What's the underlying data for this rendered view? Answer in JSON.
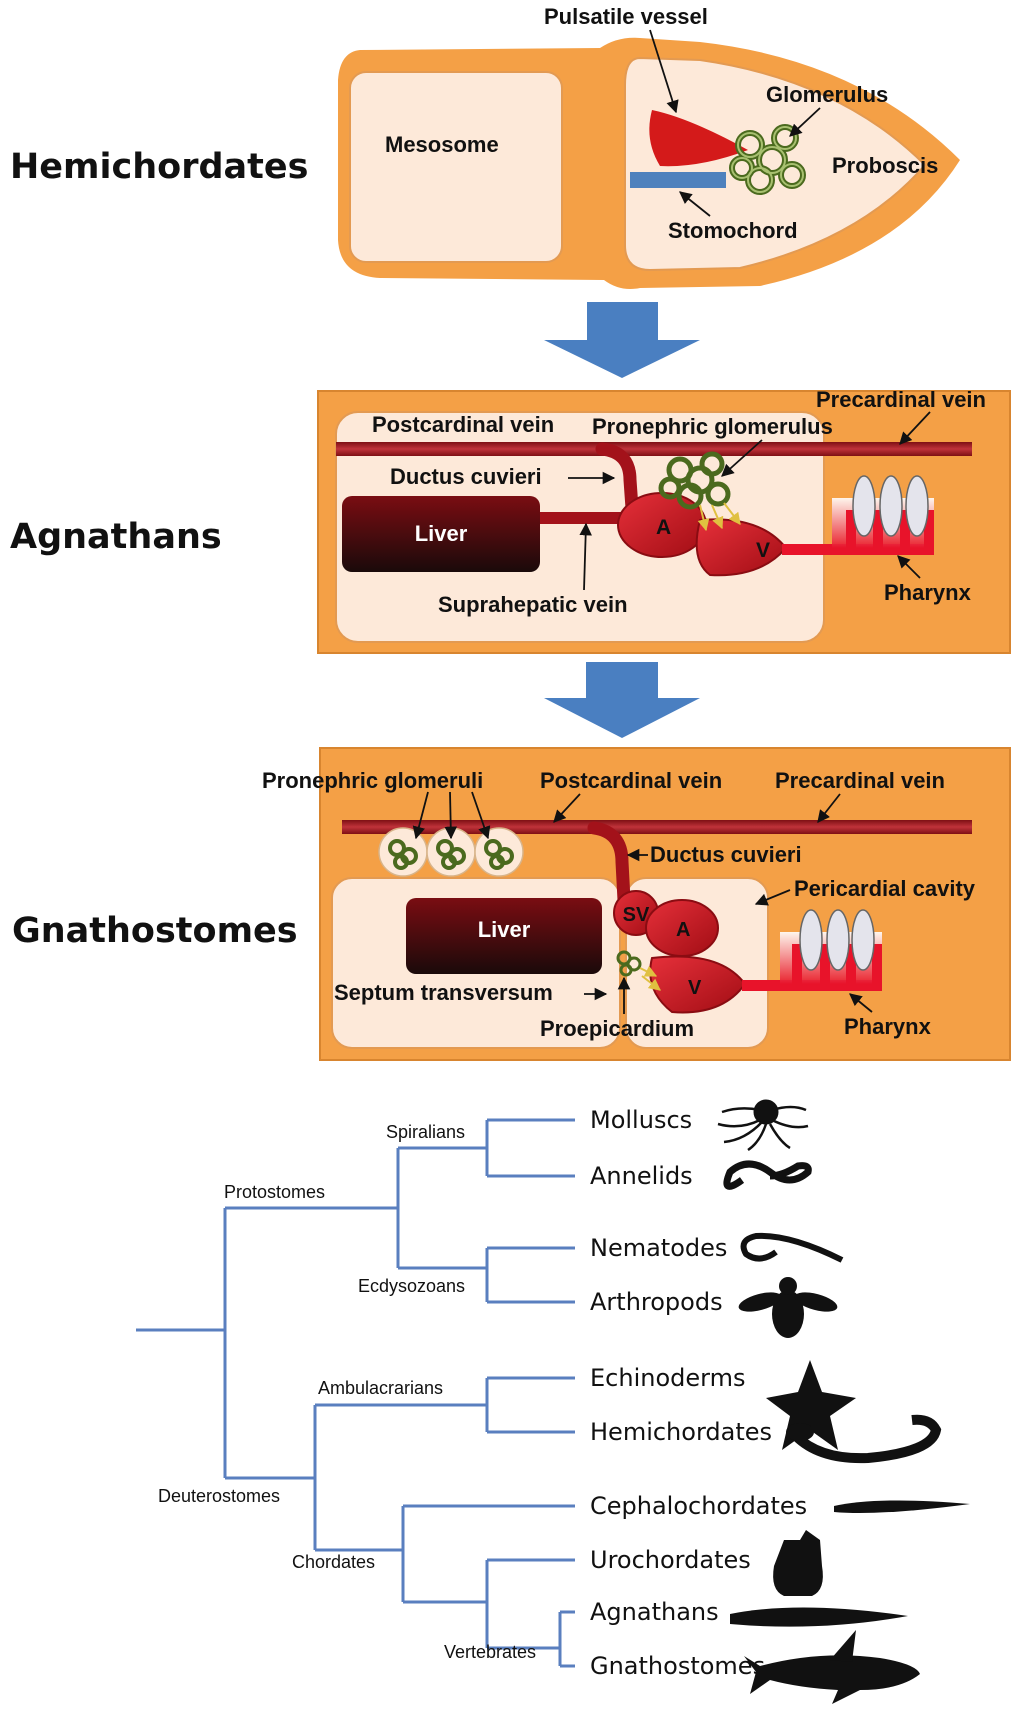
{
  "panels": {
    "hemichordates": {
      "title": "Hemichordates",
      "labels": {
        "pulsatile_vessel": "Pulsatile vessel",
        "glomerulus": "Glomerulus",
        "mesosome": "Mesosome",
        "proboscis": "Proboscis",
        "stomochord": "Stomochord"
      }
    },
    "transition_mark": "?",
    "agnathans": {
      "title": "Agnathans",
      "labels": {
        "precardinal_vein": "Precardinal vein",
        "postcardinal_vein": "Postcardinal vein",
        "pronephric_glomerulus": "Pronephric glomerulus",
        "ductus_cuvieri": "Ductus cuvieri",
        "liver": "Liver",
        "atrium": "A",
        "ventricle": "V",
        "suprahepatic_vein": "Suprahepatic vein",
        "pharynx": "Pharynx"
      }
    },
    "gnathostomes": {
      "title": "Gnathostomes",
      "labels": {
        "pronephric_glomeruli": "Pronephric glomeruli",
        "postcardinal_vein": "Postcardinal vein",
        "precardinal_vein": "Precardinal vein",
        "ductus_cuvieri": "Ductus cuvieri",
        "pericardial_cavity": "Pericardial cavity",
        "liver": "Liver",
        "sinus_venosus": "SV",
        "atrium": "A",
        "ventricle": "V",
        "septum_transversum": "Septum transversum",
        "proepicardium": "Proepicardium",
        "pharynx": "Pharynx"
      }
    }
  },
  "tree": {
    "clades": {
      "protostomes": "Protostomes",
      "spiralians": "Spiralians",
      "ecdysozoans": "Ecdysozoans",
      "deuterostomes": "Deuterostomes",
      "ambulacrarians": "Ambulacrarians",
      "chordates": "Chordates",
      "vertebrates": "Vertebrates"
    },
    "taxa": [
      {
        "name": "Molluscs",
        "icon": "octopus-icon"
      },
      {
        "name": "Annelids",
        "icon": "worm-icon"
      },
      {
        "name": "Nematodes",
        "icon": "nematode-icon"
      },
      {
        "name": "Arthropods",
        "icon": "fly-icon"
      },
      {
        "name": "Echinoderms",
        "icon": "starfish-icon"
      },
      {
        "name": "Hemichordates",
        "icon": "acorn-worm-icon"
      },
      {
        "name": "Cephalochordates",
        "icon": "lancelet-icon"
      },
      {
        "name": "Urochordates",
        "icon": "sea-squirt-icon"
      },
      {
        "name": "Agnathans",
        "icon": "lamprey-icon"
      },
      {
        "name": "Gnathostomes",
        "icon": "shark-icon"
      }
    ]
  },
  "colors": {
    "orange": "#f4a046",
    "cream": "#fde9d9",
    "vessel_red": "#a3121a",
    "heart_red": "#d41a1a",
    "glomerulus_green": "#4b6a1e",
    "arrow_blue": "#4a7fc1",
    "tree_blue": "#5a7fbf",
    "stomochord_blue": "#4f81bd"
  }
}
